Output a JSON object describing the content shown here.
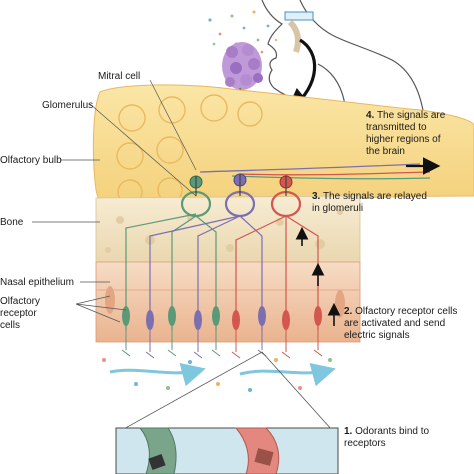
{
  "labels": {
    "mitral_cell": "Mitral cell",
    "glomerulus": "Glomerulus",
    "olfactory_bulb": "Olfactory bulb",
    "bone": "Bone",
    "nasal_epithelium": "Nasal epithelium",
    "receptor_line1": "Olfactory",
    "receptor_line2": "receptor",
    "receptor_line3": "cells"
  },
  "steps": [
    {
      "num": "4.",
      "lines": [
        "The signals are",
        "transmitted to",
        "higher regions of",
        "the brain"
      ]
    },
    {
      "num": "3.",
      "lines": [
        "The signals are relayed",
        "in glomeruli"
      ]
    },
    {
      "num": "2.",
      "lines": [
        "Olfactory receptor cells",
        "are activated and send",
        "electric signals"
      ]
    },
    {
      "num": "1.",
      "lines": [
        "Odorants bind to",
        "receptors"
      ]
    }
  ],
  "colors": {
    "bulb": "#f6d98a",
    "glomerulus_ring": "#f0c86a",
    "bone": "#f1e3c4",
    "epithelium": "#f0c8a6",
    "neuron_green": "#5b9a78",
    "neuron_purple": "#7c6fb0",
    "neuron_red": "#d2574e",
    "mucus_arrow": "#7fc6df",
    "flower": "#b48ad2"
  }
}
